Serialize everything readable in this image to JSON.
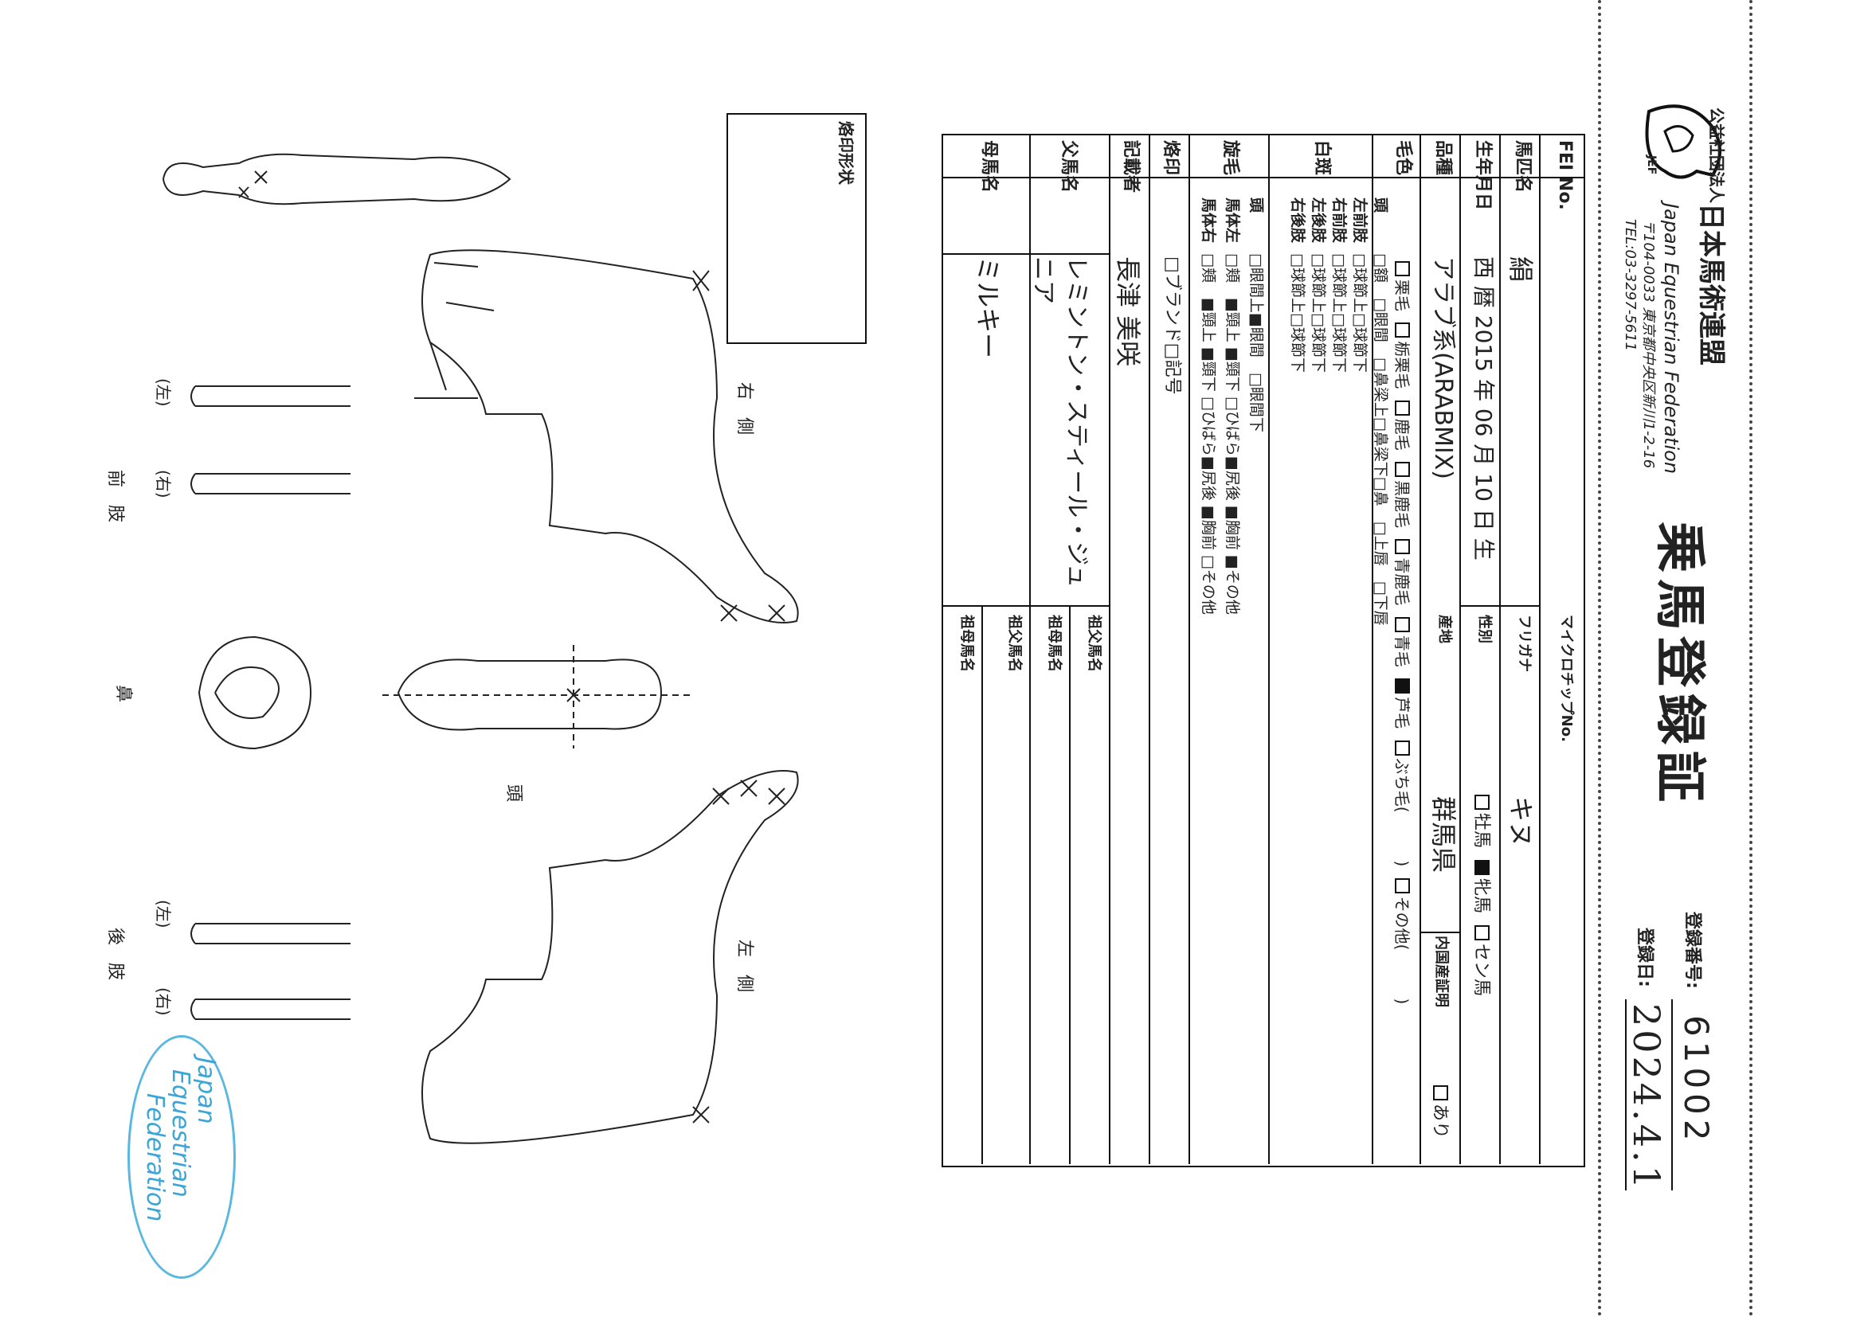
{
  "header": {
    "org_prefix": "公益社団法人",
    "org_name": "日本馬術連盟",
    "org_english": "Japan Equestrian Federation",
    "address": "〒104-0033 東京都中央区新川1-2-16",
    "tel": "TEL:03-3297-5611",
    "logo_text": "JEF",
    "doc_title": "乗馬登録証",
    "reg_no_label": "登録番号:",
    "reg_no": "61002",
    "reg_date_label": "登録日:",
    "reg_date": "2024.4.1"
  },
  "form": {
    "fei_label": "FEI No.",
    "microchip_label": "マイクロチップNo.",
    "horse_name_label": "馬匹名",
    "horse_name": "絹",
    "furigana_label": "フリガナ",
    "furigana": "キヌ",
    "birth_label": "生年月日",
    "birth_value": "西 暦 2015 年 06 月 10 日 生",
    "sex_label": "性別",
    "sex_options": [
      {
        "label": "牡馬",
        "checked": false
      },
      {
        "label": "牝馬",
        "checked": true
      },
      {
        "label": "セン馬",
        "checked": false
      }
    ],
    "breed_label": "品種",
    "breed_value": "アラブ系(ARABMIX)",
    "origin_label": "産地",
    "origin_value": "群馬県",
    "cert_label": "内国産証明",
    "cert_option": "あり",
    "coat_label": "毛色",
    "coat_options": [
      {
        "label": "栗毛",
        "checked": false
      },
      {
        "label": "栃栗毛",
        "checked": false
      },
      {
        "label": "鹿毛",
        "checked": false
      },
      {
        "label": "黒鹿毛",
        "checked": false
      },
      {
        "label": "青鹿毛",
        "checked": false
      },
      {
        "label": "青毛",
        "checked": false
      },
      {
        "label": "芦毛",
        "checked": true
      },
      {
        "label": "ぶち毛(　　　)",
        "checked": false
      },
      {
        "label": "その他(　　　)",
        "checked": false
      }
    ],
    "white_label": "白斑",
    "white_rows": [
      {
        "part": "頭",
        "items": "□額　□眼間　□鼻梁上□鼻梁下□鼻　□上唇　□下唇"
      },
      {
        "part": "左前肢",
        "items": "□球節上□球節下"
      },
      {
        "part": "右前肢",
        "items": "□球節上□球節下"
      },
      {
        "part": "左後肢",
        "items": "□球節上□球節下"
      },
      {
        "part": "右後肢",
        "items": "□球節上□球節下"
      }
    ],
    "whorl_label": "旋毛",
    "whorl_rows": [
      {
        "part": "頭",
        "items": "□眼間上■眼間　□眼間下"
      },
      {
        "part": "馬体左",
        "items": "□頬　■頸上 ■頸下 □ひばら■尻後 ■胸前 ■その他"
      },
      {
        "part": "馬体右",
        "items": "□頬　■頸上 ■頸下 □ひばら■尻後 ■胸前 □その他"
      }
    ],
    "brand_label": "烙印",
    "brand_items": "□ブランド□記号",
    "recorder_label": "記載者",
    "recorder_value": "長津 美咲",
    "sire_label": "父馬名",
    "sire_value": "レミントン・スティール・ジュニア",
    "sire_sire_label": "祖父馬名",
    "sire_dam_label": "祖母馬名",
    "dam_label": "母馬名",
    "dam_value": "ミルキー",
    "dam_sire_label": "祖父馬名",
    "dam_dam_label": "祖母馬名"
  },
  "diagram": {
    "brand_shape_label": "烙印形状",
    "right_side_label": "右　側",
    "left_side_label": "左　側",
    "head_label": "頭",
    "nose_label": "鼻",
    "fore_label": "前　肢",
    "hind_label": "後　肢",
    "leg_left": "(左)",
    "leg_right": "(右)"
  },
  "stamp": {
    "line1": "Japan",
    "line2": "Equestrian",
    "line3": "Federation"
  }
}
